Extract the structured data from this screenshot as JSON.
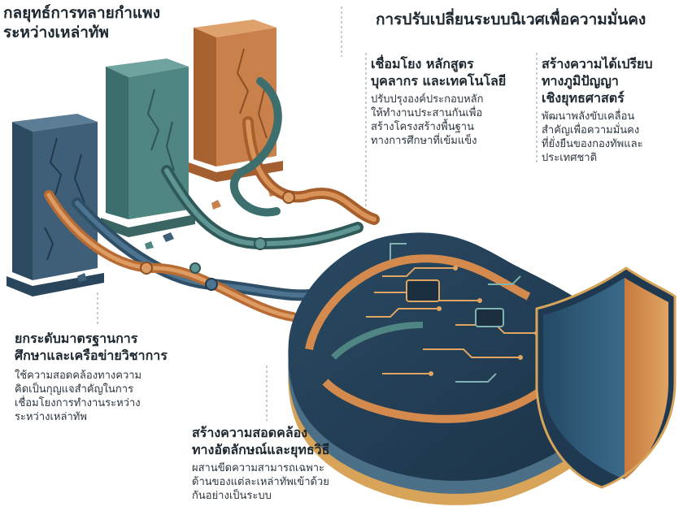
{
  "left_title": {
    "lines": [
      "กลยุทธ์การทลายกำแพง",
      "ระหว่างเหล่าทัพ"
    ]
  },
  "right_title": "การปรับเปลี่ยนระบบนิเวศเพื่อความมั่นคง",
  "blocks": [
    {
      "heading": [
        "เชื่อมโยง หลักสูตร",
        "บุคลากร และเทคโนโลยี"
      ],
      "body": [
        "ปรับปรุงองค์ประกอบหลัก",
        "ให้ทำงานประสานกันเพื่อ",
        "สร้างโครงสร้างพื้นฐาน",
        "ทางการศึกษาที่เข้มแข็ง"
      ]
    },
    {
      "heading": [
        "สร้างความได้เปรียบ",
        "ทางภูมิปัญญา",
        "เชิงยุทธศาสตร์"
      ],
      "body": [
        "พัฒนาพลังขับเคลื่อน",
        "สำคัญเพื่อความมั่นคง",
        "ที่ยั่งยืนของกองทัพและ",
        "ประเทศชาติ"
      ]
    },
    {
      "heading": [
        "ยกระดับมาตรฐานการ",
        "ศึกษาและเครือข่ายวิชาการ"
      ],
      "body": [
        "ใช้ความสอดคล้องทางความ",
        "คิดเป็นกุญแจสำคัญในการ",
        "เชื่อมโยงการทำงานระหว่าง",
        "ระหว่างเหล่าทัพ"
      ]
    },
    {
      "heading": [
        "สร้างความสอดคล้อง",
        "ทางอัตลักษณ์และยุทธวิธี"
      ],
      "body": [
        "ผสานขีดความสามารถเฉพาะ",
        "ด้านของแต่ละเหล่าทัพเข้าด้วย",
        "กันอย่างเป็นระบบ"
      ]
    },
    {
      "colors": {
        "pillar_dark_blue": "#3e5f77",
        "pillar_teal": "#4f8583",
        "pillar_orange": "#c9804a",
        "platform_navy": "#223b52",
        "platform_gold": "#d7a45a",
        "shield_blue": "#2f5877",
        "shield_orange": "#d08a4b"
      }
    }
  ]
}
